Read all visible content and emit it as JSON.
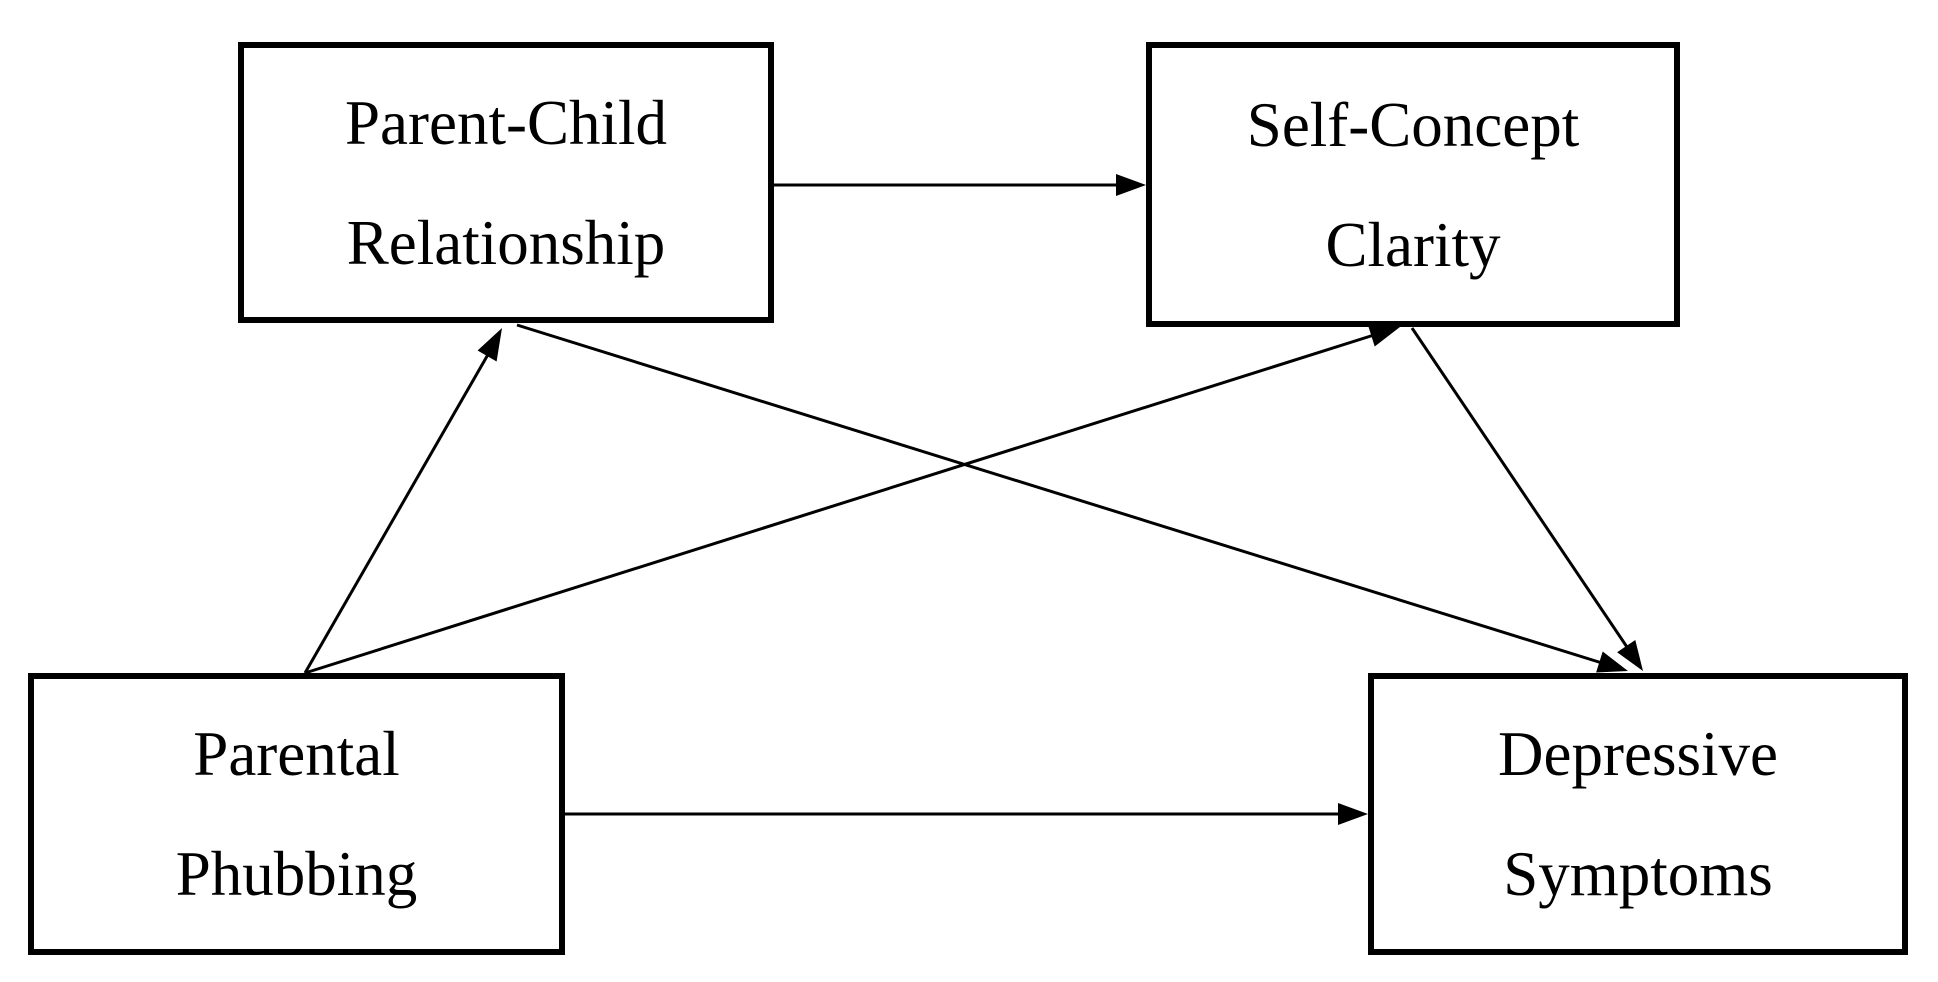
{
  "figure": {
    "type": "path-diagram",
    "background_color": "#ffffff",
    "line_color": "#000000",
    "text_color": "#000000"
  },
  "diagram": {
    "nodes": [
      {
        "id": "parent-child-relationship",
        "lines": [
          "Parent-Child",
          "Relationship"
        ]
      },
      {
        "id": "self-concept-clarity",
        "lines": [
          "Self-Concept",
          "Clarity"
        ]
      },
      {
        "id": "parental-phubbing",
        "lines": [
          "Parental",
          "Phubbing"
        ]
      },
      {
        "id": "depressive-symptoms",
        "lines": [
          "Depressive",
          "Symptoms"
        ]
      }
    ],
    "edges": [
      {
        "from": "parental-phubbing",
        "to": "parent-child-relationship"
      },
      {
        "from": "parental-phubbing",
        "to": "self-concept-clarity"
      },
      {
        "from": "parental-phubbing",
        "to": "depressive-symptoms"
      },
      {
        "from": "parent-child-relationship",
        "to": "self-concept-clarity"
      },
      {
        "from": "parent-child-relationship",
        "to": "depressive-symptoms"
      },
      {
        "from": "self-concept-clarity",
        "to": "depressive-symptoms"
      }
    ]
  }
}
